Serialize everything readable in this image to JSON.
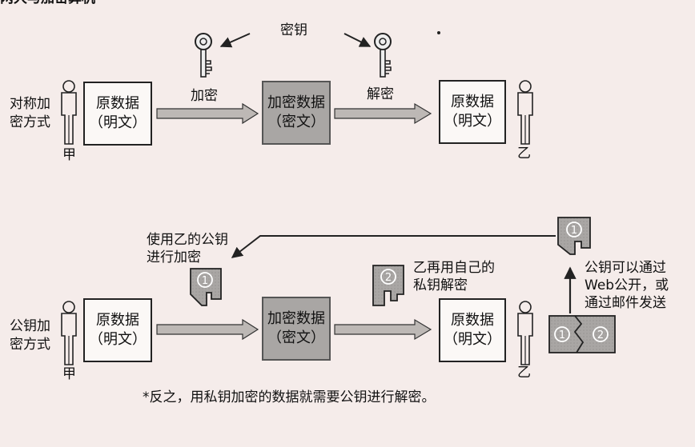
{
  "header_fragment": "两大与加密算机",
  "key_label": "密钥",
  "symmetric": {
    "method_label": [
      "对称加",
      "密方式"
    ],
    "plaintext_box": [
      "原数据",
      "（明文）"
    ],
    "encrypt_label": "加密",
    "cipher_box": [
      "加密数据",
      "（密文）"
    ],
    "decrypt_label": "解密",
    "plaintext_box_right": [
      "原数据",
      "（明文）"
    ],
    "sender": "甲",
    "receiver": "乙"
  },
  "public_key": {
    "method_label": [
      "公钥加",
      "密方式"
    ],
    "plaintext_box": [
      "原数据",
      "（明文）"
    ],
    "cipher_box": [
      "加密数据",
      "（密文）"
    ],
    "plaintext_box_right": [
      "原数据",
      "（明文）"
    ],
    "sender": "甲",
    "receiver": "乙",
    "use_public_key_note": [
      "使用乙的公钥",
      "进行加密"
    ],
    "private_key_note": [
      "乙再用自己的",
      "私钥解密"
    ],
    "publish_note": [
      "公钥可以通过",
      "Web公开，或",
      "通过邮件发送"
    ],
    "key_one": "①",
    "key_two": "②"
  },
  "footnote": "*反之，用私钥加密的数据就需要公钥进行解密。",
  "colors": {
    "background": "#f5ecea",
    "cipher_box": "#a9a6a4",
    "arrow_fill": "#bdb8b5",
    "key_card": "#9e9a97",
    "line": "#222222"
  },
  "icons": [
    "person-icon",
    "key-icon",
    "key-card-icon",
    "arrow-icon"
  ]
}
